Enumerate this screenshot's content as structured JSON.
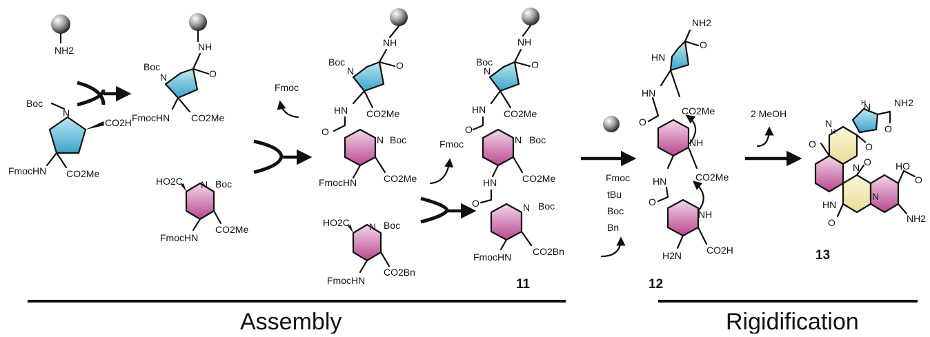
{
  "colors": {
    "pyrrolidine": "#4fb3d3",
    "piperidine": "#c25b9c",
    "diketopiperazine": "#eee8a8",
    "resin": "#888888",
    "ink": "#111111"
  },
  "reagents": {
    "resin_amine": "NH2",
    "fmoc_loss_1": "Fmoc",
    "fmoc_loss_2": "Fmoc",
    "cleavage": [
      "Fmoc",
      "tBu",
      "Boc",
      "Bn"
    ],
    "cyclization": "2 MeOH"
  },
  "structures": {
    "s1": {
      "boc": "Boc",
      "acid": "CO2H",
      "amine": "FmocHN",
      "ester": "CO2Me"
    },
    "s2": {
      "boc": "Boc",
      "nh": "NH",
      "amine": "FmocHN",
      "ester": "CO2Me"
    },
    "s3": {
      "acid": "HO2C",
      "boc": "Boc",
      "amine": "FmocHN",
      "ester": "CO2Me"
    },
    "s4": {
      "boc1": "Boc",
      "nh": "NH",
      "hn": "HN",
      "ester1": "CO2Me",
      "boc2": "Boc",
      "amine": "FmocHN",
      "ester2": "CO2Me"
    },
    "s5": {
      "acid": "HO2C",
      "boc": "Boc",
      "amine": "FmocHN",
      "ester": "CO2Bn"
    },
    "s11": {
      "boc1": "Boc",
      "nh": "NH",
      "hn1": "HN",
      "ester1": "CO2Me",
      "boc2": "Boc",
      "hn2": "HN",
      "ester2": "CO2Me",
      "boc3": "Boc",
      "amine": "FmocHN",
      "ester3": "CO2Bn"
    },
    "s12": {
      "amide": "NH2",
      "hn1": "HN",
      "ester1": "CO2Me",
      "nh1": "NH",
      "hn2": "HN",
      "ester2": "CO2Me",
      "nh2": "NH",
      "amine": "H2N",
      "acid": "CO2H"
    },
    "s13": {
      "amide": "NH2",
      "nh": "N",
      "h": "H",
      "hn": "HN",
      "acid": "HO",
      "amine": "NH2"
    }
  },
  "compounds": {
    "c11": "11",
    "c12": "12",
    "c13": "13"
  },
  "sections": {
    "assembly": "Assembly",
    "rigidification": "Rigidification"
  }
}
